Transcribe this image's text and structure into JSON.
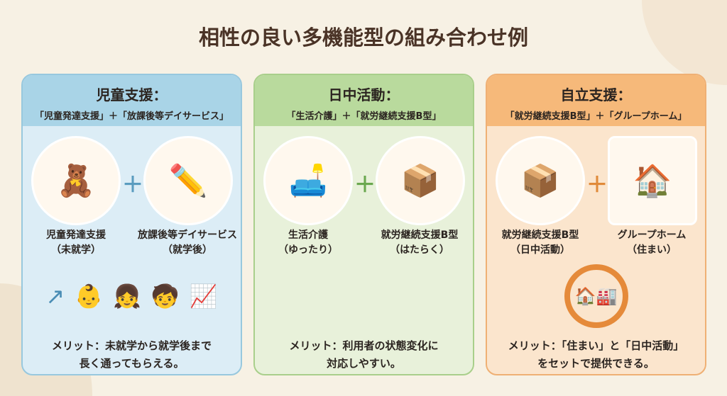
{
  "title": "相性の良い多機能型の組み合わせ例",
  "panels": [
    {
      "heading": "児童支援：",
      "combo": "「児童発達支援」＋「放課後等デイサービス」",
      "items": [
        {
          "name": "児童発達支援",
          "sub": "（未就学）"
        },
        {
          "name": "放課後等デイサービス",
          "sub": "（就学後）"
        }
      ],
      "merit1": "メリット：未就学から就学後まで",
      "merit2": "長く通ってもらえる。"
    },
    {
      "heading": "日中活動：",
      "combo": "「生活介護」＋「就労継続支援B型」",
      "items": [
        {
          "name": "生活介護",
          "sub": "（ゆったり）"
        },
        {
          "name": "就労継続支援B型",
          "sub": "（はたらく）"
        }
      ],
      "merit1": "メリット：利用者の状態変化に",
      "merit2": "対応しやすい。"
    },
    {
      "heading": "自立支援：",
      "combo": "「就労継続支援B型」＋「グループホーム」",
      "items": [
        {
          "name": "就労継続支援B型",
          "sub": "（日中活動）"
        },
        {
          "name": "グループホーム",
          "sub": "（住まい）"
        }
      ],
      "merit1": "メリット：「住まい」と「日中活動」",
      "merit2": "をセットで提供できる。"
    }
  ],
  "plus": "＋",
  "colors": {
    "blue": "#a9d4e7",
    "green": "#b9da9d",
    "orange": "#f6b97a",
    "plus_blue": "#5a9cbf",
    "plus_green": "#6aa84f",
    "plus_orange": "#e08a3a"
  }
}
